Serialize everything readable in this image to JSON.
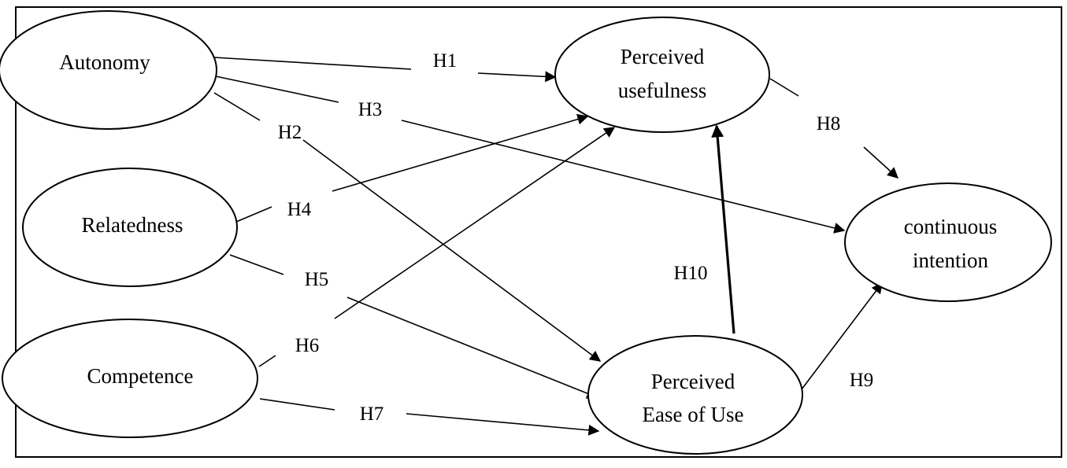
{
  "diagram": {
    "nodes": {
      "autonomy": {
        "lines": [
          "Autonomy"
        ]
      },
      "relatedness": {
        "lines": [
          "Relatedness"
        ]
      },
      "competence": {
        "lines": [
          "Competence"
        ]
      },
      "usefulness": {
        "lines": [
          "Perceived",
          "usefulness"
        ]
      },
      "ease": {
        "lines": [
          "Perceived",
          "Ease of Use"
        ]
      },
      "intention": {
        "lines": [
          "continuous",
          "intention"
        ]
      }
    },
    "edges": {
      "h1": {
        "label": "H1",
        "from": "Autonomy",
        "to": "Perceived usefulness"
      },
      "h2": {
        "label": "H2",
        "from": "Autonomy",
        "to": "Perceived Ease of Use"
      },
      "h3": {
        "label": "H3",
        "from": "Autonomy",
        "to": "continuous intention"
      },
      "h4": {
        "label": "H4",
        "from": "Relatedness",
        "to": "Perceived usefulness"
      },
      "h5": {
        "label": "H5",
        "from": "Relatedness",
        "to": "Perceived Ease of Use"
      },
      "h6": {
        "label": "H6",
        "from": "Competence",
        "to": "Perceived usefulness"
      },
      "h7": {
        "label": "H7",
        "from": "Competence",
        "to": "Perceived Ease of Use"
      },
      "h8": {
        "label": "H8",
        "from": "Perceived usefulness",
        "to": "continuous intention"
      },
      "h9": {
        "label": "H9",
        "from": "Perceived Ease of Use",
        "to": "continuous intention"
      },
      "h10": {
        "label": "H10",
        "from": "Perceived Ease of Use",
        "to": "Perceived usefulness"
      }
    }
  }
}
